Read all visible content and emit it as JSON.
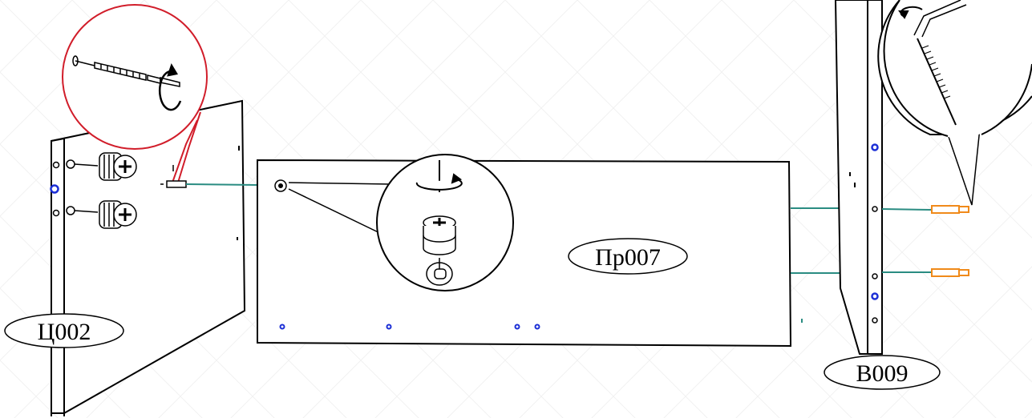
{
  "parts": {
    "left_panel": {
      "label": "Ц002"
    },
    "shelf": {
      "label": "Пр007"
    },
    "right_panel": {
      "label": "B009"
    }
  },
  "colors": {
    "outline": "#000000",
    "callout_ring": "#d11d2a",
    "guide_line": "#2a8c82",
    "cam_hole": "#1c2fd6",
    "dowel": "#f08a1a"
  },
  "icons": {
    "screwdriver": "screwdriver-icon",
    "cam_lock": "cam-lock-icon",
    "allen_key": "allen-key-icon",
    "rotate": "rotate-arrow-icon"
  }
}
